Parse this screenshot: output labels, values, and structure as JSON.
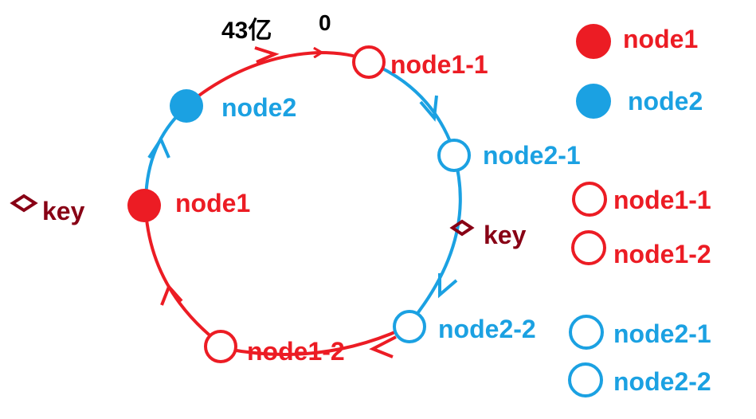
{
  "colors": {
    "red": "#ec1c24",
    "blue": "#1ba1e2",
    "key": "#880015",
    "text_dark": "#000000"
  },
  "ring": {
    "top_max_label": "43亿",
    "top_zero_label": "0",
    "nodes": {
      "node1_real": "node1",
      "node2_real": "node2",
      "node1_1": "node1-1",
      "node1_2": "node1-2",
      "node2_1": "node2-1",
      "node2_2": "node2-2"
    },
    "keys": {
      "left_key": "key",
      "right_key": "key"
    }
  },
  "legend": {
    "items": [
      {
        "label": "node1",
        "style": "filled",
        "color": "red"
      },
      {
        "label": "node2",
        "style": "filled",
        "color": "blue"
      },
      {
        "label": "node1-1",
        "style": "hollow",
        "color": "red"
      },
      {
        "label": "node1-2",
        "style": "hollow",
        "color": "red"
      },
      {
        "label": "node2-1",
        "style": "hollow",
        "color": "blue"
      },
      {
        "label": "node2-2",
        "style": "hollow",
        "color": "blue"
      }
    ]
  }
}
